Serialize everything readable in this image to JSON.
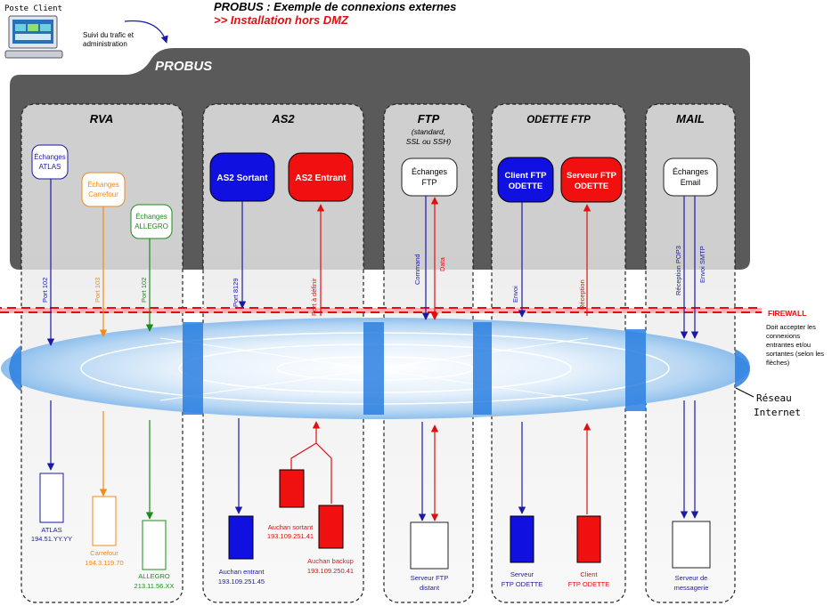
{
  "header": {
    "title": "PROBUS : Exemple de connexions externes",
    "subtitle": ">> Installation hors DMZ"
  },
  "client": {
    "label": "Poste Client",
    "note_line1": "Suivi du trafic et",
    "note_line2": "administration"
  },
  "probus_label": "PROBUS",
  "firewall": {
    "label": "FIREWALL",
    "note_lines": [
      "Doit accepter les",
      "connexions",
      "entrantes et/ou",
      "sortantes (selon les",
      "flèches)"
    ]
  },
  "internet": {
    "line1": "Réseau",
    "line2": "Internet"
  },
  "colors": {
    "blue": "#1a1aa6",
    "red": "#e01010",
    "orange": "#f08a1a",
    "green": "#1e8a1e",
    "grey_band": "#5a5a5a"
  },
  "sections": {
    "rva": {
      "title": "RVA",
      "exchanges": [
        {
          "line1": "Échanges",
          "line2": "ATLAS"
        },
        {
          "line1": "Échanges",
          "line2": "Carrefour"
        },
        {
          "line1": "Échanges",
          "line2": "ALLEGRO"
        }
      ],
      "ports": [
        "Port 102",
        "Port 103",
        "Port 102"
      ],
      "targets": [
        {
          "name": "ATLAS",
          "ip": "194.51.YY.YY"
        },
        {
          "name": "Carrefour",
          "ip": "194.3.119.70"
        },
        {
          "name": "ALLEGRO",
          "ip": "213.11.56.XX"
        }
      ]
    },
    "as2": {
      "title": "AS2",
      "sortant": "AS2 Sortant",
      "entrant": "AS2 Entrant",
      "port_out": "Port 8129",
      "port_in": "Port à définir",
      "targets": [
        {
          "name": "Auchan entrant",
          "ip": "193.109.251.45"
        },
        {
          "name": "Auchan sortant",
          "ip": "193.109.251.41"
        },
        {
          "name": "Auchan backup",
          "ip": "193.109.250.41"
        }
      ]
    },
    "ftp": {
      "title": "FTP",
      "sub1": "(standard,",
      "sub2": "SSL ou SSH)",
      "box_line1": "Échanges",
      "box_line2": "FTP",
      "cmd": "Command",
      "data": "Data",
      "target_line1": "Serveur FTP",
      "target_line2": "distant"
    },
    "odette": {
      "title": "ODETTE FTP",
      "client_line1": "Client FTP",
      "client_line2": "ODETTE",
      "server_line1": "Serveur FTP",
      "server_line2": "ODETTE",
      "envoi": "Envoi",
      "reception": "Réception",
      "target_server_line1": "Serveur",
      "target_server_line2": "FTP ODETTE",
      "target_client_line1": "Client",
      "target_client_line2": "FTP ODETTE"
    },
    "mail": {
      "title": "MAIL",
      "box_line1": "Échanges",
      "box_line2": "Email",
      "pop": "Réception POP3",
      "smtp": "Envoi SMTP",
      "target_line1": "Serveur de",
      "target_line2": "messagerie"
    }
  }
}
